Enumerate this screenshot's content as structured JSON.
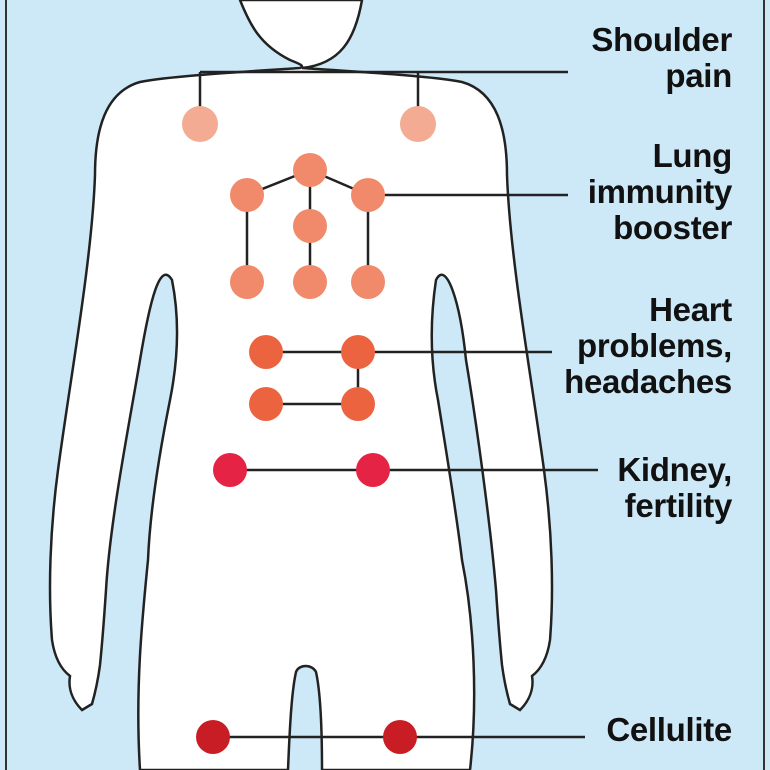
{
  "colors": {
    "background": "#cde9f7",
    "body_fill": "#ffffff",
    "outline": "#222222",
    "shoulder": "#f4ab93",
    "lung": "#f08a6b",
    "heart": "#ec6340",
    "kidney": "#e42345",
    "cellulite": "#c81d24"
  },
  "labels": {
    "shoulder": [
      "Shoulder",
      "pain"
    ],
    "lung": [
      "Lung",
      "immunity",
      "booster"
    ],
    "heart": [
      "Heart",
      "problems,",
      "headaches"
    ],
    "kidney": [
      "Kidney,",
      "fertility"
    ],
    "cellulite": [
      "Cellulite"
    ]
  }
}
